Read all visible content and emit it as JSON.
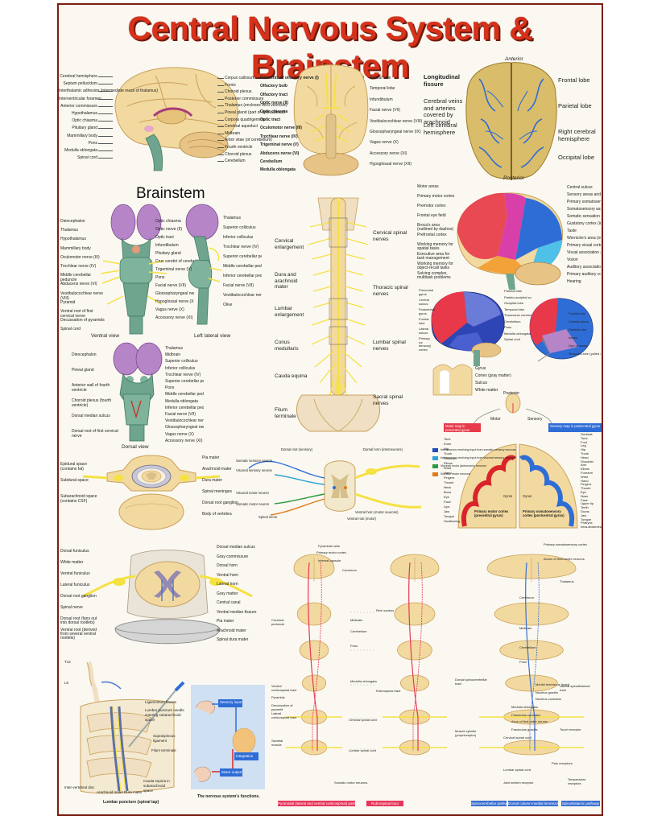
{
  "title": "Central Nervous System & Brainstem",
  "colors": {
    "title": "#d8311a",
    "frame": "#7a1f12",
    "brain": "#f2d9a0",
    "brain_dark": "#c9a15a",
    "brainstem": "#6fa58e",
    "thalamus": "#b585c8",
    "motor": "#d9252a",
    "sensory": "#2f6dd6",
    "nerve": "#f5e142"
  },
  "brain_sagittal": {
    "labels_left": [
      "Cerebral hemisphere",
      "Septum pellucidum",
      "Interthalamic adhesion (intermediate mass of thalamus)",
      "Interventricular foramen",
      "Anterior commissure",
      "Hypothalamus",
      "Optic chiasma",
      "Pituitary gland",
      "Mammillary body",
      "Pons",
      "Medulla oblongata",
      "Spinal cord"
    ],
    "labels_right": [
      "Corpus callosum",
      "Fornix",
      "Choroid plexus",
      "Posterior commissure",
      "Thalamus (encloses third ventricle)",
      "Pineal gland (part of epithalamus)",
      "Corpora quadrigemina",
      "Cerebral aqueduct",
      "Midbrain",
      "Arbor vitae (of cerebellum)",
      "Fourth ventricle",
      "Choroid plexus",
      "Cerebellum"
    ]
  },
  "brain_inferior": {
    "labels_left": [
      "Filaments of olfactory nerve (I)",
      "Olfactory bulb",
      "Olfactory tract",
      "Optic nerve (II)",
      "Optic chiasma",
      "Optic tract",
      "Oculomotor nerve (III)",
      "Trochlear nerve (IV)",
      "Trigeminal nerve (V)",
      "Abducens nerve (VI)",
      "Cerebellum",
      "Medulla oblongata"
    ],
    "labels_right": [
      "Frontal lobe",
      "Temporal lobe",
      "Infundibulum",
      "Facial nerve (VII)",
      "Vestibulocochlear nerve (VIII)",
      "Glossopharyngeal nerve (IX)",
      "Vagus nerve (X)",
      "Accessory nerve (XI)",
      "Hypoglossal nerve (XII)"
    ]
  },
  "brain_superior": {
    "top": "Anterior",
    "bottom": "Posterior",
    "labels_left": [
      "Longitudinal fissure",
      "Cerebral veins and arteries covered by arachnoid",
      "Left cerebral hemisphere"
    ],
    "labels_right": [
      "Frontal lobe",
      "Parietal lobe",
      "Right cerebral hemisphere",
      "Occipital lobe"
    ]
  },
  "brainstem": {
    "heading": "Brainstem",
    "ventral_caption": "Ventral view",
    "lateral_caption": "Left lateral view",
    "dorsal_caption": "Dorsal view",
    "ventral_labels": [
      "Diencephalon",
      "Thalamus",
      "Hypothalamus",
      "Mammillary body",
      "Oculomotor nerve (III)",
      "Trochlear nerve (IV)",
      "Middle cerebellar peduncle",
      "Abducens nerve (VI)",
      "Vestibulocochlear nerve (VIII)",
      "Pyramid",
      "Ventral root of first cervical nerve",
      "Decussation of pyramids",
      "Spinal cord"
    ],
    "ventral_right": [
      "Optic chiasma",
      "Optic nerve (II)",
      "Optic tract",
      "Infundibulum",
      "Pituitary gland",
      "Crus cerebri of cerebral peduncles (midbrain)",
      "Trigeminal nerve (V)",
      "Pons",
      "Facial nerve (VII)",
      "Glossopharyngeal nerve (IX)",
      "Hypoglossal nerve (XII)",
      "Vagus nerve (X)",
      "Accessory nerve (XI)"
    ],
    "lateral_right": [
      "Thalamus",
      "Superior colliculus",
      "Inferior colliculus",
      "Trochlear nerve (IV)",
      "Superior cerebellar peduncle",
      "Middle cerebellar peduncle",
      "Inferior cerebellar peduncle",
      "Facial nerve (VII)",
      "Vestibulocochlear nerve (VIII)",
      "Olive"
    ],
    "dorsal_labels_left": [
      "Diencephalon",
      "Pineal gland",
      "Anterior wall of fourth ventricle",
      "Choroid plexus (fourth ventricle)",
      "Dorsal median sulcus",
      "Dorsal root of first cervical nerve"
    ],
    "dorsal_labels_right": [
      "Thalamus",
      "Midbrain",
      "Superior colliculus",
      "Inferior colliculus",
      "Trochlear nerve (IV)",
      "Superior cerebellar peduncle",
      "Pons",
      "Middle cerebellar peduncle",
      "Medulla oblongata",
      "Inferior cerebellar peduncle",
      "Facial nerve (VII)",
      "Vestibulocochlear nerve (VIII)",
      "Glossopharyngeal nerve (IX)",
      "Vagus nerve (X)",
      "Accessory nerve (XI)"
    ]
  },
  "spinal_cord": {
    "labels_left": [
      "Cervical enlargement",
      "Dura and arachnoid mater",
      "Lumbar enlargement",
      "Conus medullaris",
      "Cauda equina",
      "Filum terminale"
    ],
    "labels_right": [
      "Cervical spinal nerves",
      "Thoracic spinal nerves",
      "Lumbar spinal nerves",
      "Sacral spinal nerves"
    ]
  },
  "cortex_lateral": {
    "labels_left": [
      "Motor areas",
      "Primary motor cortex",
      "Premotor cortex",
      "Frontal eye field",
      "Broca's area (outlined by dashes)",
      "Prefrontal cortex",
      "Working memory for spatial tasks",
      "Executive area for task management",
      "Working memory for object-recall tasks",
      "Solving complex, multitask problems"
    ],
    "labels_right": [
      "Central sulcus",
      "Sensory areas and related association areas",
      "Primary somatosensory cortex",
      "Somatosensory association cortex",
      "Somatic sensation",
      "Gustatory cortex (in insula)",
      "Taste",
      "Wernicke's area (outlined by dashes)",
      "Primary visual cortex",
      "Visual association area",
      "Vision",
      "Auditory association area",
      "Primary auditory cortex",
      "Hearing"
    ]
  },
  "lobes": {
    "labels_left": [
      "Precentral gyrus",
      "Central sulcus",
      "Postcentral gyrus",
      "Frontal lobe",
      "Lateral sulcus",
      "Primary (or sensory) cortex"
    ],
    "labels_right": [
      "Parietal lobe",
      "Parieto-occipital sulcus (on medial surface of hemisphere)",
      "Occipital lobe",
      "Temporal lobe",
      "Transverse cerebral fissure",
      "Cerebellum",
      "Pons",
      "Medulla oblongata",
      "Spinal cord"
    ],
    "gyrus_labels": [
      "Gyrus",
      "Cortex (gray matter)",
      "Sulcus",
      "White matter"
    ],
    "right_brain_labels": [
      "Frontal lobe",
      "Central sulcus",
      "Parietal lobe",
      "Insula",
      "Gyri of insula",
      "Temporal lobe (pulled down)"
    ]
  },
  "homunculus": {
    "top": "Posterior",
    "motor_label": "Motor",
    "sensory_label": "Sensory",
    "motor_map_label": "Motor map in precentral gyrus",
    "sensory_map_label": "Sensory map in postcentral gyrus",
    "motor_parts": [
      "Toes",
      "Knee",
      "Hip",
      "Trunk",
      "Shoulder",
      "Elbow",
      "Wrist",
      "Hand",
      "Fingers",
      "Thumb",
      "Neck",
      "Brow",
      "Eye",
      "Face",
      "Lips",
      "Jaw",
      "Tongue",
      "Swallowing"
    ],
    "sensory_parts": [
      "Genitals",
      "Toes",
      "Foot",
      "Leg",
      "Hip",
      "Trunk",
      "Head",
      "Shoulder",
      "Arm",
      "Elbow",
      "Forearm",
      "Wrist",
      "Hand",
      "Fingers",
      "Thumb",
      "Eye",
      "Nose",
      "Face",
      "Upper lip",
      "Teeth",
      "Gums",
      "Jaw",
      "Tongue",
      "Pharynx",
      "Intra-abdominal"
    ],
    "motor_cortex_label": "Primary motor cortex (precentral gyrus)",
    "sensory_cortex_label": "Primary somatosensory cortex (postcentral gyrus)",
    "gyrus_left": "Gyrus",
    "gyrus_right": "Gyrus"
  },
  "meninges": {
    "labels_left": [
      "Epidural space (contains fat)",
      "Subdural space",
      "Subarachnoid space (contains CSF)"
    ],
    "labels_right": [
      "Pia mater",
      "Arachnoid mater",
      "Dura mater",
      "Spinal meninges",
      "Dorsal root ganglion",
      "Body of vertebra"
    ]
  },
  "reflex_arc": {
    "labels": [
      "Dorsal root (sensory)",
      "Dorsal horn (interneurons)",
      "Somatic sensory neuron",
      "Visceral sensory neuron",
      "Visceral motor neuron",
      "Somatic motor neuron",
      "Spinal nerve",
      "Ventral root (motor)",
      "Ventral horn (motor neurons)"
    ],
    "legend": [
      {
        "color": "#1f4fb8",
        "text": "Interneurons receiving input from somatic sensory neurons"
      },
      {
        "color": "#2fa2d6",
        "text": "Interneurons receiving input from visceral sensory neurons"
      },
      {
        "color": "#2e9a3f",
        "text": "Visceral motor (autonomic) neurons"
      },
      {
        "color": "#e07a1a",
        "text": "Somatic motor neurons"
      }
    ]
  },
  "cord_cross": {
    "labels_left": [
      "Dorsal funiculus",
      "White matter",
      "Ventral funiculus",
      "Lateral funiculus",
      "Dorsal root ganglion",
      "Spinal nerve",
      "Dorsal root (fans out into dorsal rootlets)",
      "Ventral root (derived from several ventral rootlets)"
    ],
    "labels_right": [
      "Dorsal median sulcus",
      "Gray commissure",
      "Dorsal horn",
      "Ventral horn",
      "Lateral horn",
      "Gray matter",
      "Central canal",
      "Ventral median fissure",
      "Pia mater",
      "Arachnoid mater",
      "Spinal dura mater"
    ]
  },
  "lumbar_puncture": {
    "labels": [
      "T12",
      "L5",
      "Ligamentum flavum",
      "Lumbar puncture needle entering subarachnoid space",
      "Supraspinous ligament",
      "Filum terminale",
      "Cauda equina in subarachnoid space",
      "Inter-vertebral disc",
      "Arachnoid mater",
      "Dura mater"
    ],
    "caption": "Lumbar puncture (spinal tap)"
  },
  "functions": {
    "sensory_input": "Sensory input",
    "integration": "Integration",
    "motor_output": "Motor output",
    "caption": "The nervous system's functions."
  },
  "pathways": {
    "labels_a": [
      "Pyramidal cells",
      "Primary motor cortex",
      "Internal capsule",
      "Cerebrum",
      "Cerebral peduncle",
      "Midbrain",
      "Cerebellum",
      "Pons",
      "Ventral corticospinal tract",
      "Pyramids",
      "Decussation of pyramid",
      "Lateral corticospinal tract",
      "Skeletal muscle",
      "Medulla oblongata",
      "Cervical spinal cord",
      "Lumbar spinal cord",
      "Somatic motor neurons"
    ],
    "labels_b": [
      "Red nucleus",
      "Rubrospinal tract"
    ],
    "labels_c": [
      "Primary somatosensory cortex",
      "Axons of third-order neurons",
      "Thalamus",
      "Cerebrum",
      "Midbrain",
      "Cerebellum",
      "Pons",
      "Dorsal spinocerebellar tract",
      "Medial lemniscus (tract)",
      "Nucleus gracilis",
      "Nucleus cuneatus",
      "Medulla oblongata",
      "Fasciculus cuneatus",
      "Axon of first-order neuron",
      "Muscle spindle (proprioceptor)",
      "Fasciculus gracilis",
      "Cervical spinal cord",
      "Lumbar spinal cord",
      "Touch receptor",
      "Lateral spinothalamic tract",
      "Pain receptors",
      "Temperature receptors",
      "Joint stretch receptor"
    ],
    "bars": [
      {
        "color": "#e8355a",
        "text": "Pyramidal (lateral and ventral corticospinal) pathways"
      },
      {
        "color": "#e8355a",
        "text": "Rubrospinal tract"
      },
      {
        "color": "#3b6fd1",
        "text": "Spinocerebellar pathway"
      },
      {
        "color": "#3b6fd1",
        "text": "Dorsal column-medial lemniscal pathway"
      },
      {
        "color": "#3b6fd1",
        "text": "Spinothalamic pathway"
      }
    ]
  }
}
